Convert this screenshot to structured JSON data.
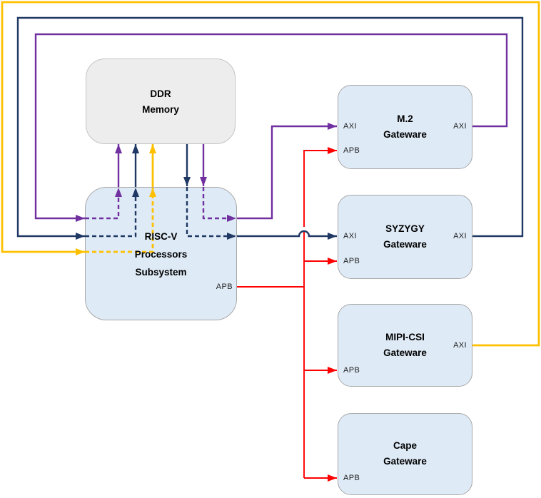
{
  "blocks": {
    "ddr": {
      "lines": [
        "DDR",
        "Memory"
      ]
    },
    "riscv": {
      "lines": [
        "RISC-V",
        "Processors",
        "Subsystem"
      ],
      "apb": "APB"
    },
    "m2": {
      "lines": [
        "M.2",
        "Gateware"
      ],
      "axi_left": "AXI",
      "axi_right": "AXI",
      "apb": "APB"
    },
    "syzygy": {
      "lines": [
        "SYZYGY",
        "Gateware"
      ],
      "axi_left": "AXI",
      "axi_right": "AXI",
      "apb": "APB"
    },
    "mipi": {
      "lines": [
        "MIPI-CSI",
        "Gateware"
      ],
      "axi_right": "AXI",
      "apb": "APB"
    },
    "cape": {
      "lines": [
        "Cape",
        "Gateware"
      ],
      "apb": "APB"
    }
  },
  "colors": {
    "m2_axi_bus": "#7030A0",
    "syzygy_axi_bus": "#1F3864",
    "mipi_axi_bus": "#FFC000",
    "apb_bus": "#FF0000",
    "block_fill_blue": "#DEEAF6",
    "block_fill_gray": "#EDEDED"
  }
}
